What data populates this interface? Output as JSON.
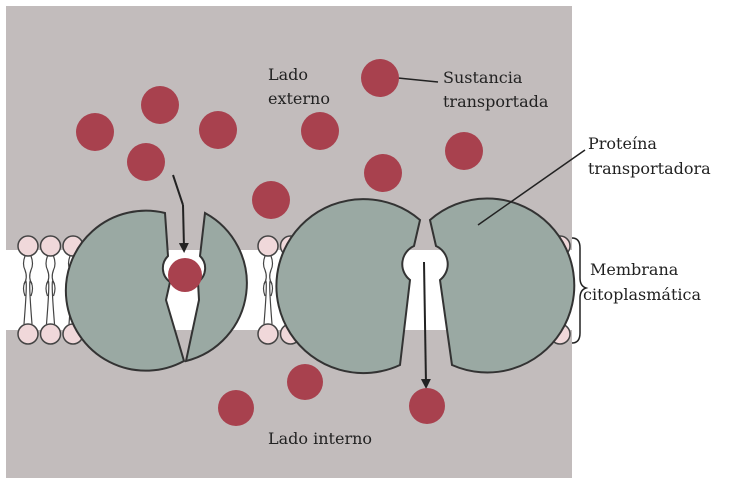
{
  "labels": {
    "outer_side": [
      "Lado",
      "externo"
    ],
    "substance": [
      "Sustancia",
      "transportada"
    ],
    "protein": [
      "Proteína",
      "transportadora"
    ],
    "membrane": [
      "Membrana",
      "citoplasmática"
    ],
    "inner_side": "Lado interno"
  },
  "colors": {
    "background": "#c2bcbc",
    "particle": "#a8414e",
    "protein": "#9aa9a3",
    "lipid_head": "#f0d8da",
    "membrane_band": "#ffffff",
    "outline": "#333333"
  }
}
